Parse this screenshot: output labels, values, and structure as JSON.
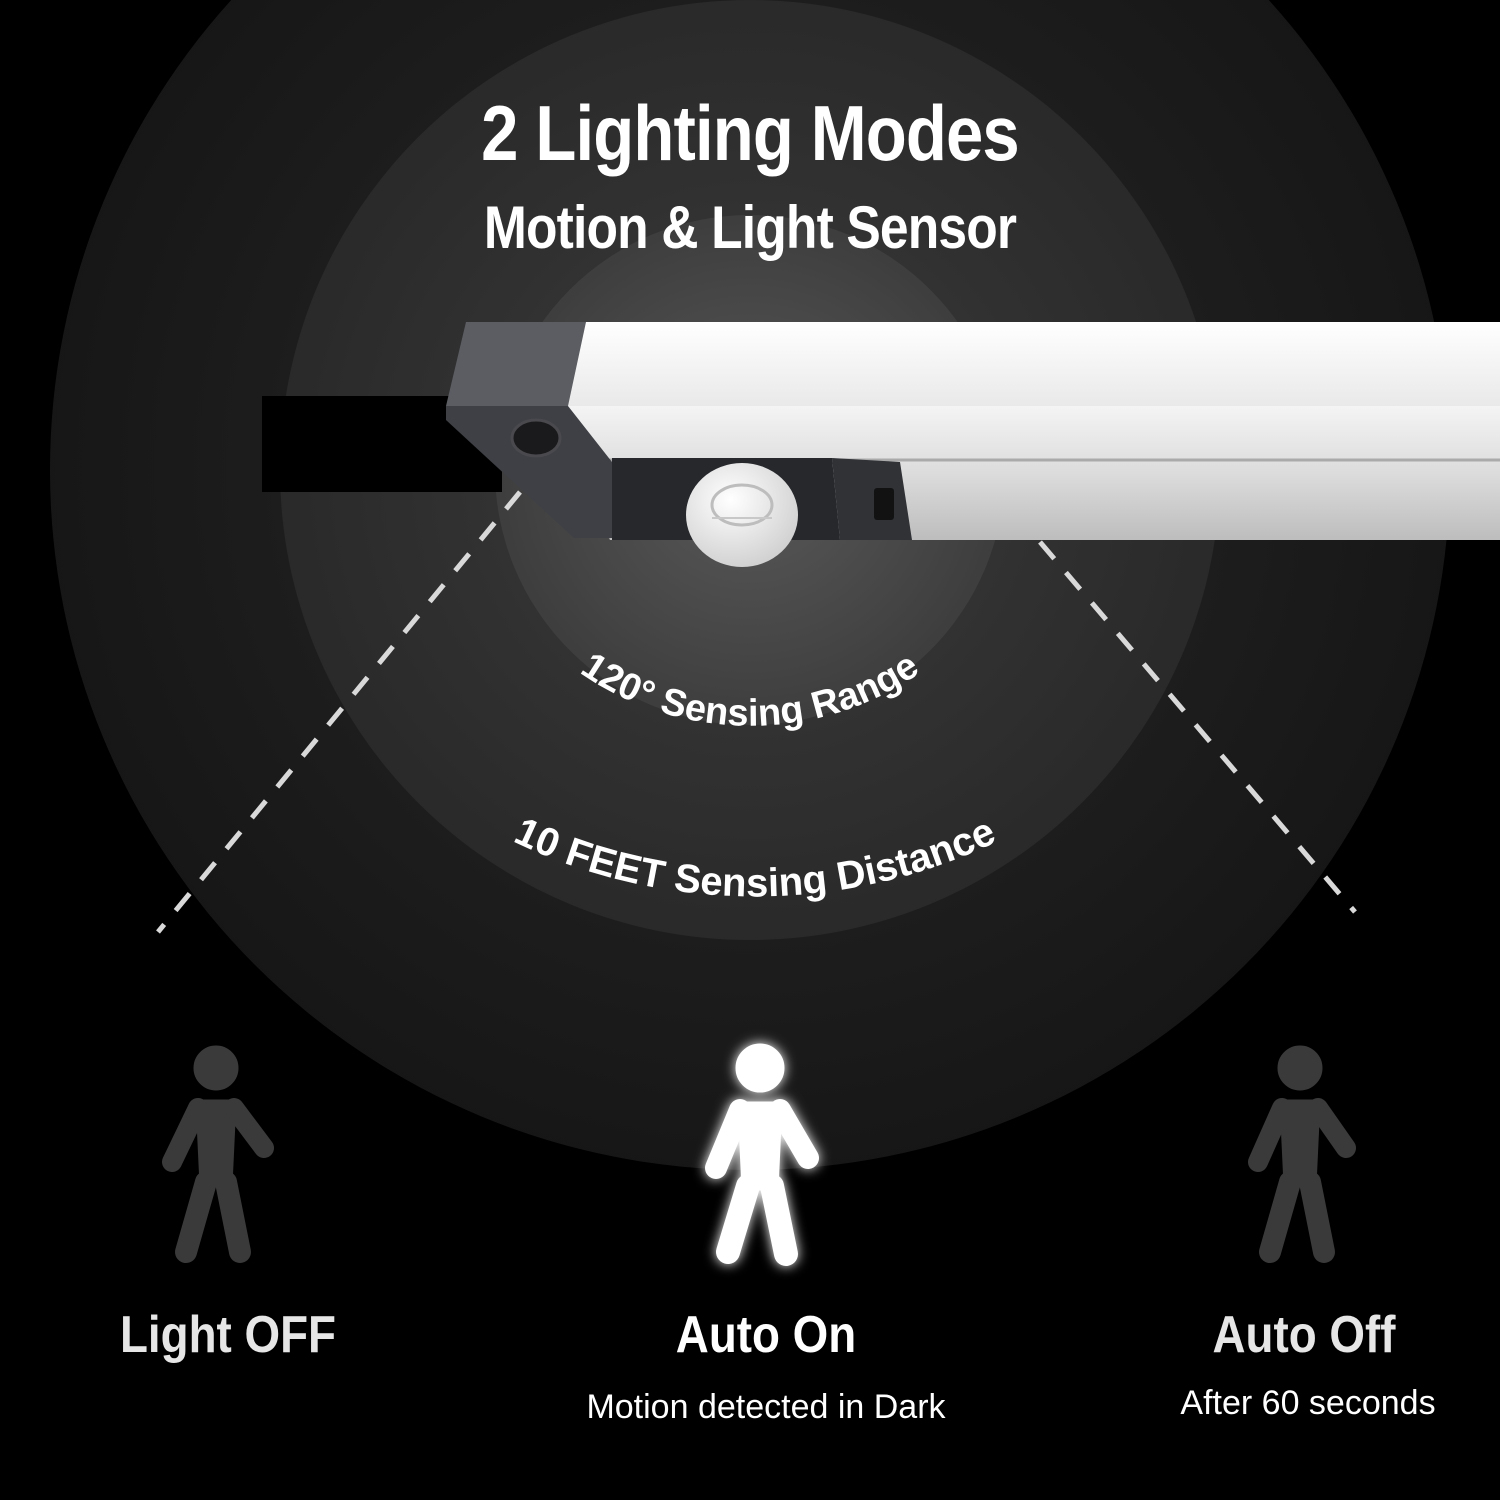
{
  "header": {
    "title": "2 Lighting Modes",
    "subtitle": "Motion & Light Sensor"
  },
  "sensor": {
    "range_label": "120° Sensing Range",
    "distance_label": "10 FEET Sensing Distance"
  },
  "modes": [
    {
      "title": "Light OFF",
      "description": ""
    },
    {
      "title": "Auto On",
      "description": "Motion detected in Dark"
    },
    {
      "title": "Auto Off",
      "description": "After 60 seconds"
    }
  ],
  "colors": {
    "background": "#000000",
    "arc_outer": "#141414",
    "arc_middle": "#262626",
    "arc_inner": "#3a3a3a",
    "figure_dim": "#3a3a3a",
    "figure_lit": "#ffffff"
  }
}
